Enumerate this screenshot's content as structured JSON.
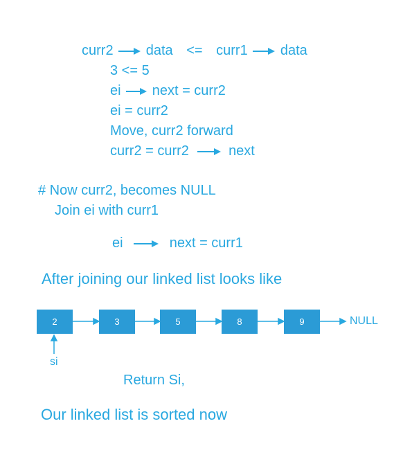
{
  "steps": {
    "line1": {
      "left": "curr2",
      "left_field": "data",
      "op": "<=",
      "right": "curr1",
      "right_field": "data"
    },
    "line2": "3  <=  5",
    "line3": {
      "a": "ei",
      "b": "next  =  curr2"
    },
    "line4": "ei  =  curr2",
    "line5": "Move,  curr2  forward",
    "line6": {
      "a": "curr2 = curr2",
      "b": "next"
    }
  },
  "note": {
    "line1": "#  Now curr2, becomes NULL",
    "line2": "Join ei with curr1"
  },
  "assign": {
    "a": "ei",
    "b": "next = curr1"
  },
  "heading": "After joining our linked list looks like",
  "list": {
    "nodes": [
      "2",
      "3",
      "5",
      "8",
      "9"
    ],
    "null_label": "NULL",
    "pointer_label": "si"
  },
  "return_text": "Return Si,",
  "footer": "Our linked list is sorted now",
  "colors": {
    "text": "#29a8e0",
    "node_fill": "#2b9bd6",
    "node_text": "#ffffff"
  }
}
